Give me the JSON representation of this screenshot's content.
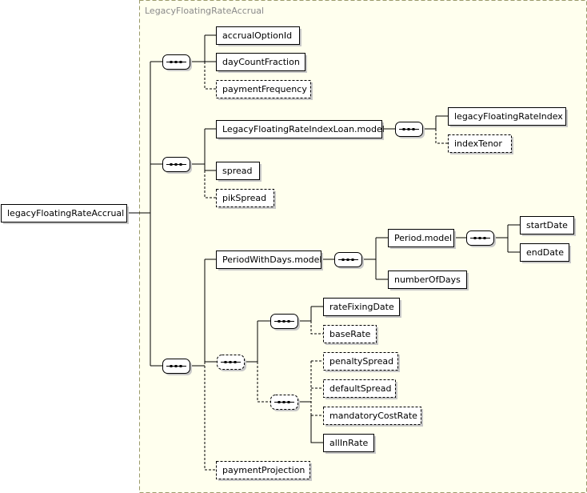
{
  "diagram": {
    "group_title": "LegacyFloatingRateAccrual",
    "colors": {
      "group_fill": "#ffffee",
      "group_border": "#9a9a6a",
      "box_border": "#000000",
      "shadow": "#c8c8c8",
      "title_text": "#8a8a8a"
    }
  },
  "elements": {
    "root": "legacyFloatingRateAccrual",
    "accrualOptionId": "accrualOptionId",
    "dayCountFraction": "dayCountFraction",
    "paymentFrequency": "paymentFrequency",
    "indexLoanModel": "LegacyFloatingRateIndexLoan.model",
    "legacyFloatingRateIndex": "legacyFloatingRateIndex",
    "indexTenor": "indexTenor",
    "spread": "spread",
    "pikSpread": "pikSpread",
    "periodWithDaysModel": "PeriodWithDays.model",
    "periodModel": "Period.model",
    "startDate": "startDate",
    "endDate": "endDate",
    "numberOfDays": "numberOfDays",
    "rateFixingDate": "rateFixingDate",
    "baseRate": "baseRate",
    "penaltySpread": "penaltySpread",
    "defaultSpread": "defaultSpread",
    "mandatoryCostRate": "mandatoryCostRate",
    "allInRate": "allInRate",
    "paymentProjection": "paymentProjection"
  }
}
